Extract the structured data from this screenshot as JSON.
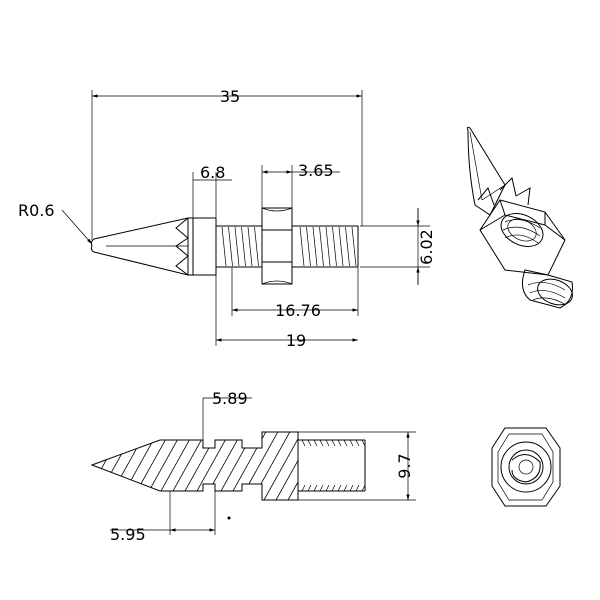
{
  "dimensions": {
    "total_length": "35",
    "tip_radius": "R0.6",
    "head_width": "6.8",
    "nut_width": "3.65",
    "thread_diameter": "6.02",
    "thread_length": "16.76",
    "body_length": "19",
    "collar_length": "5.89",
    "tip_offset": "5.95",
    "nut_height": "9.7"
  },
  "colors": {
    "line": "#000000",
    "background": "#ffffff"
  }
}
